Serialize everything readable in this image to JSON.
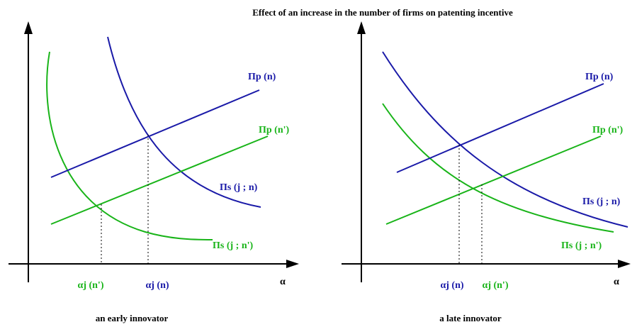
{
  "title": "Effect of an increase in the number of firms on patenting incentive",
  "colors": {
    "blue": "#1a1aa8",
    "green": "#19b419",
    "axis": "#000000"
  },
  "left": {
    "caption": "an early innovator",
    "x_axis_label": "α",
    "curves": {
      "pi_p_n": "Πp (n)",
      "pi_p_n2": "Πp (n')",
      "pi_s_n": "Πs (j ; n)",
      "pi_s_n2": "Πs (j ; n')"
    },
    "ticks": {
      "alpha_n2": "αj (n')",
      "alpha_n": "αj (n)"
    }
  },
  "right": {
    "caption": "a late innovator",
    "x_axis_label": "α",
    "curves": {
      "pi_p_n": "Πp (n)",
      "pi_p_n2": "Πp (n')",
      "pi_s_n": "Πs (j ; n)",
      "pi_s_n2": "Πs (j ; n')"
    },
    "ticks": {
      "alpha_n": "αj (n)",
      "alpha_n2": "αj (n')"
    }
  }
}
